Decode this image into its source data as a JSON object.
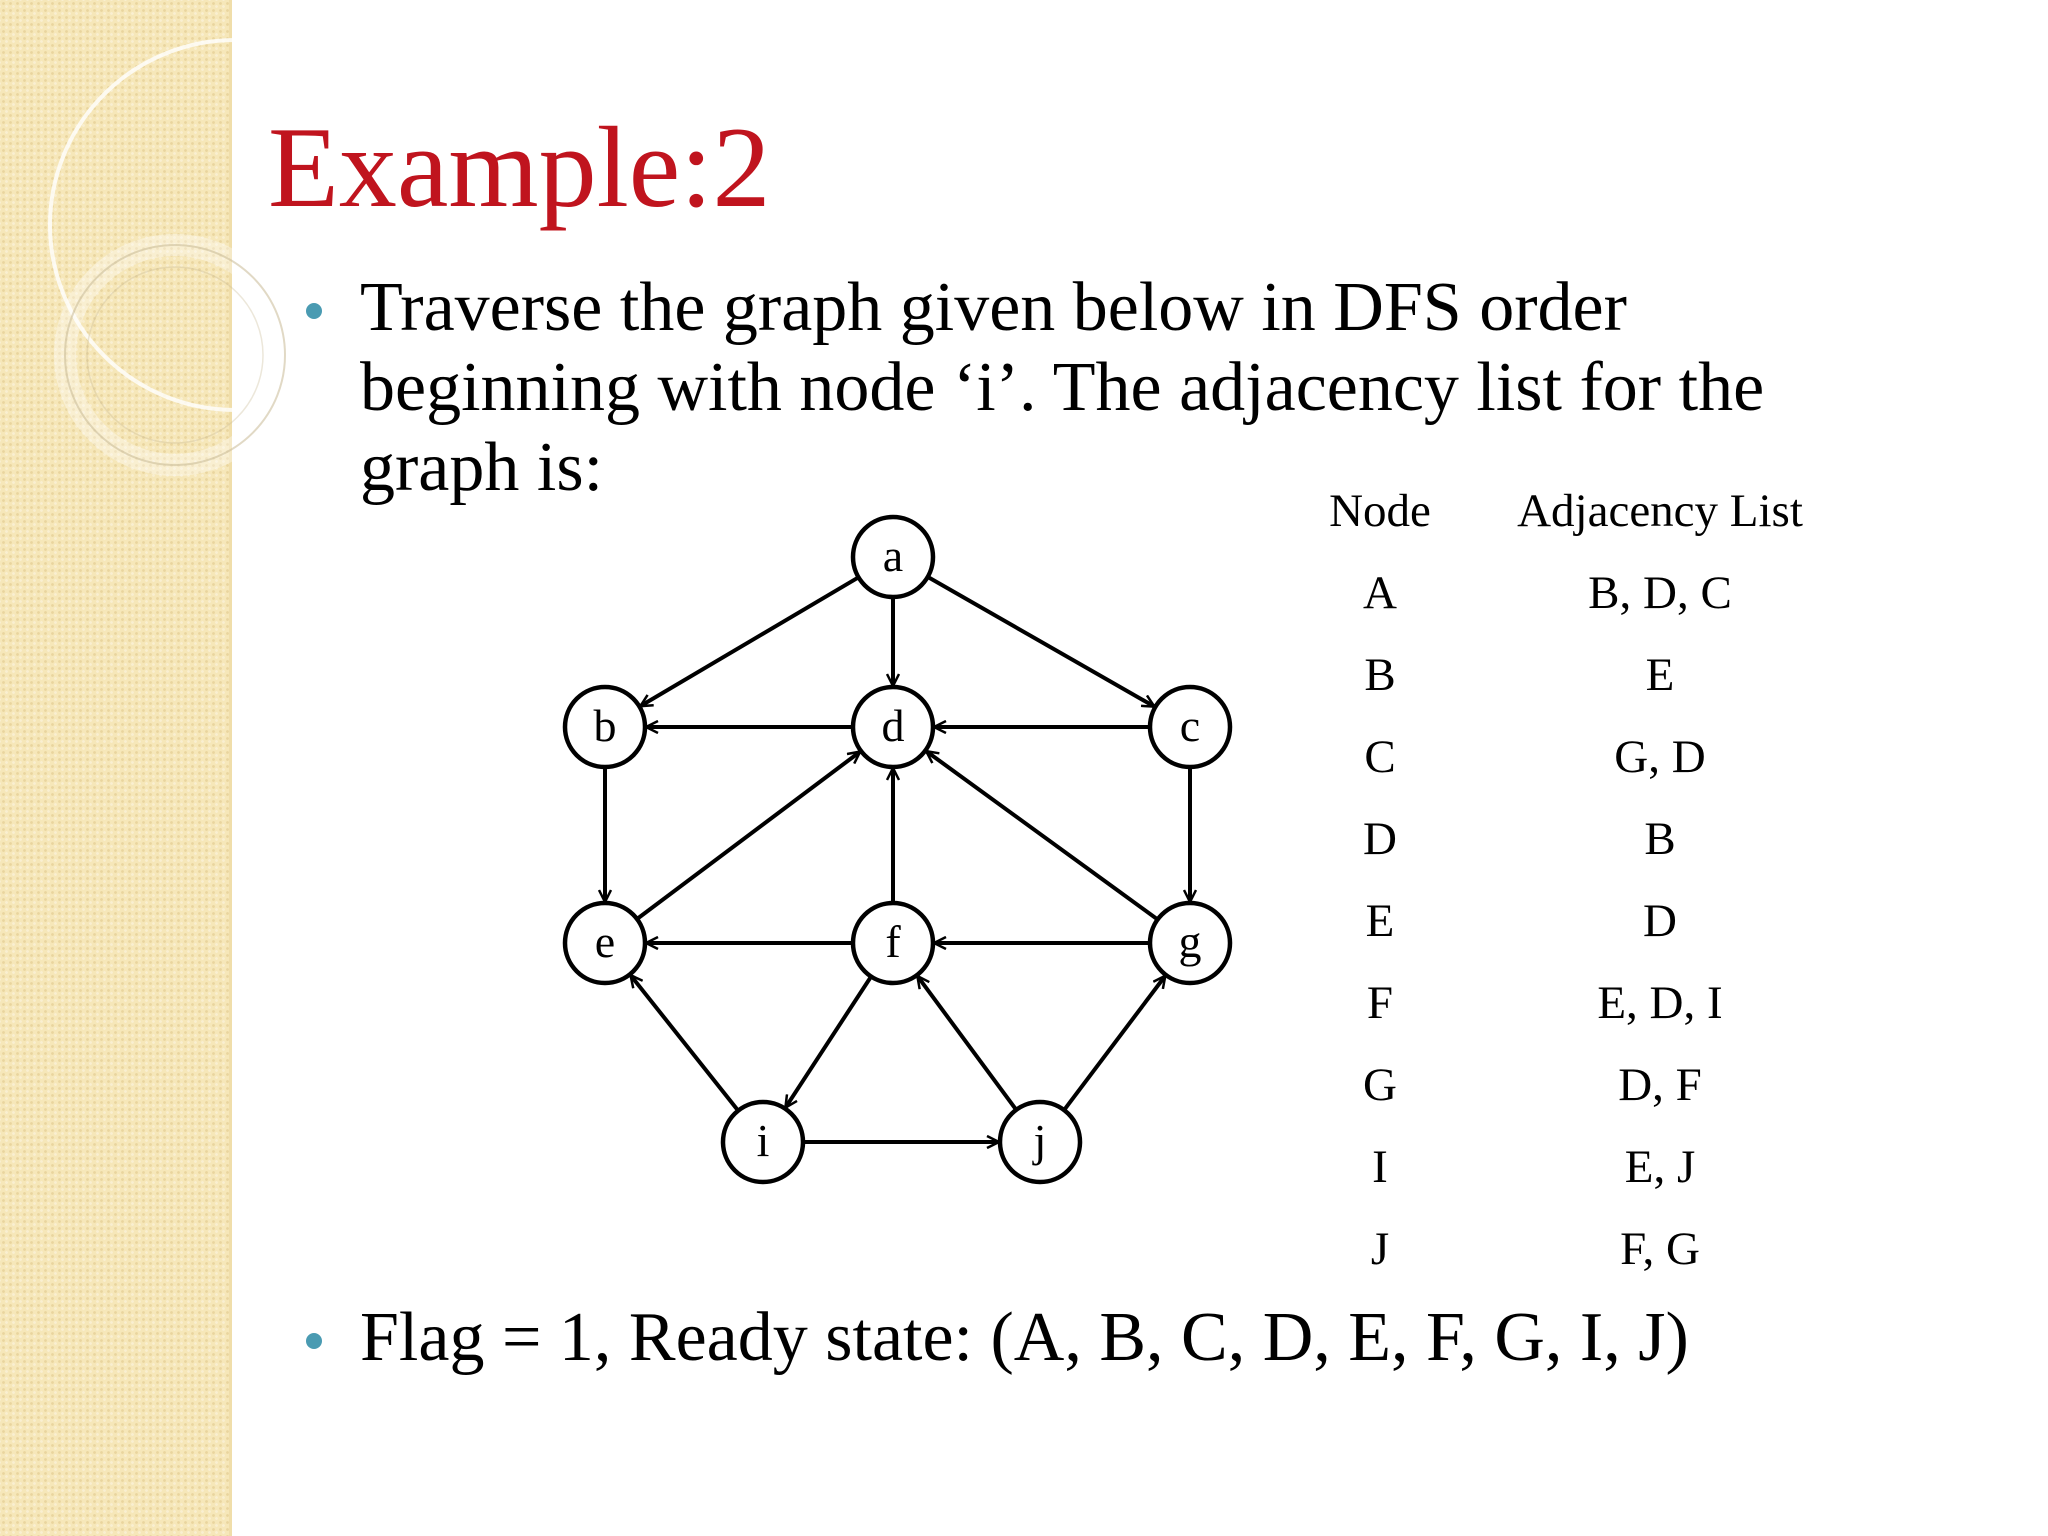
{
  "slide": {
    "title": "Example:2",
    "bullets": [
      {
        "lines": [
          "Traverse the graph given below in DFS order",
          "beginning with node ‘i’. The adjacency list for the",
          "graph is:"
        ]
      },
      {
        "lines": [
          "Flag = 1, Ready state: (A, B, C, D, E, F, G, I, J)"
        ]
      }
    ]
  },
  "graph": {
    "nodes": [
      {
        "id": "a",
        "label": "a"
      },
      {
        "id": "b",
        "label": "b"
      },
      {
        "id": "c",
        "label": "c"
      },
      {
        "id": "d",
        "label": "d"
      },
      {
        "id": "e",
        "label": "e"
      },
      {
        "id": "f",
        "label": "f"
      },
      {
        "id": "g",
        "label": "g"
      },
      {
        "id": "i",
        "label": "i"
      },
      {
        "id": "j",
        "label": "j"
      }
    ],
    "edges": [
      {
        "from": "a",
        "to": "b"
      },
      {
        "from": "a",
        "to": "d"
      },
      {
        "from": "a",
        "to": "c"
      },
      {
        "from": "b",
        "to": "e"
      },
      {
        "from": "c",
        "to": "g"
      },
      {
        "from": "c",
        "to": "d"
      },
      {
        "from": "d",
        "to": "b"
      },
      {
        "from": "e",
        "to": "d"
      },
      {
        "from": "f",
        "to": "e"
      },
      {
        "from": "f",
        "to": "d"
      },
      {
        "from": "f",
        "to": "i"
      },
      {
        "from": "g",
        "to": "d"
      },
      {
        "from": "g",
        "to": "f"
      },
      {
        "from": "i",
        "to": "e"
      },
      {
        "from": "i",
        "to": "j"
      },
      {
        "from": "j",
        "to": "f"
      },
      {
        "from": "j",
        "to": "g"
      }
    ]
  },
  "table": {
    "headers": {
      "node": "Node",
      "adjacency": "Adjacency List"
    },
    "rows": [
      {
        "node": "A",
        "adjacency": "B, D, C"
      },
      {
        "node": "B",
        "adjacency": "E"
      },
      {
        "node": "C",
        "adjacency": "G, D"
      },
      {
        "node": "D",
        "adjacency": "B"
      },
      {
        "node": "E",
        "adjacency": "D"
      },
      {
        "node": "F",
        "adjacency": "E, D, I"
      },
      {
        "node": "G",
        "adjacency": "D, F"
      },
      {
        "node": "I",
        "adjacency": "E, J"
      },
      {
        "node": "J",
        "adjacency": "F, G"
      }
    ]
  },
  "colors": {
    "title": "#c0141e",
    "bullet": "#4a9bb2",
    "sidebar": "#f6e7b9"
  }
}
